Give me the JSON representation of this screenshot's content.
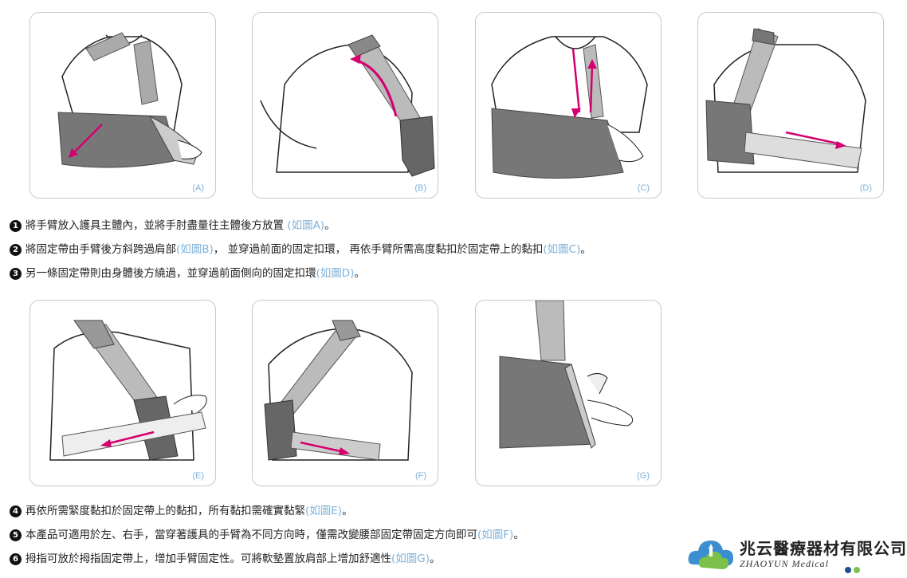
{
  "panels": [
    {
      "id": "A",
      "label": "(A)"
    },
    {
      "id": "B",
      "label": "(B)"
    },
    {
      "id": "C",
      "label": "(C)"
    },
    {
      "id": "D",
      "label": "(D)"
    },
    {
      "id": "E",
      "label": "(E)"
    },
    {
      "id": "F",
      "label": "(F)"
    },
    {
      "id": "G",
      "label": "(G)"
    }
  ],
  "steps_top": [
    {
      "num": "1",
      "text": "將手臂放入護具主體內，並將手肘盡量往主體後方放置 ",
      "ref": "(如圖A)",
      "tail": "。"
    },
    {
      "num": "2",
      "text": "將固定帶由手臂後方斜跨過肩部",
      "ref": "(如圖B)",
      "tail": "， 並穿過前面的固定扣環， 再依手臂所需高度黏扣於固定帶上的黏扣",
      "ref2": "(如圖C)",
      "tail2": "。"
    },
    {
      "num": "3",
      "text": "另一條固定帶則由身體後方繞過，並穿過前面側向的固定扣環",
      "ref": "(如圖D)",
      "tail": "。"
    }
  ],
  "steps_bottom": [
    {
      "num": "4",
      "text": "再依所需緊度黏扣於固定帶上的黏扣，所有黏扣需確實黏緊",
      "ref": "(如圖E)",
      "tail": "。"
    },
    {
      "num": "5",
      "text": "本產品可適用於左、右手，當穿著護具的手臂為不同方向時，僅需改變腰部固定帶固定方向即可",
      "ref": "(如圖F)",
      "tail": "。"
    },
    {
      "num": "6",
      "text": "拇指可放於拇指固定帶上，增加手臂固定性。可將軟墊置放肩部上增加舒適性",
      "ref": "(如圖G)",
      "tail": "。"
    }
  ],
  "logo": {
    "title": "兆云醫療器材有限公司",
    "subtitle": "ZHAOYUN Medical",
    "colors": {
      "blue": "#3b8fd0",
      "green": "#7cc24a",
      "navy": "#1d4f91"
    }
  },
  "colors": {
    "sling": "#7a7a7a",
    "strap": "#bdbdbd",
    "arrow": "#d4006f",
    "ref": "#7fb3d9",
    "border": "#c9c9c9"
  }
}
